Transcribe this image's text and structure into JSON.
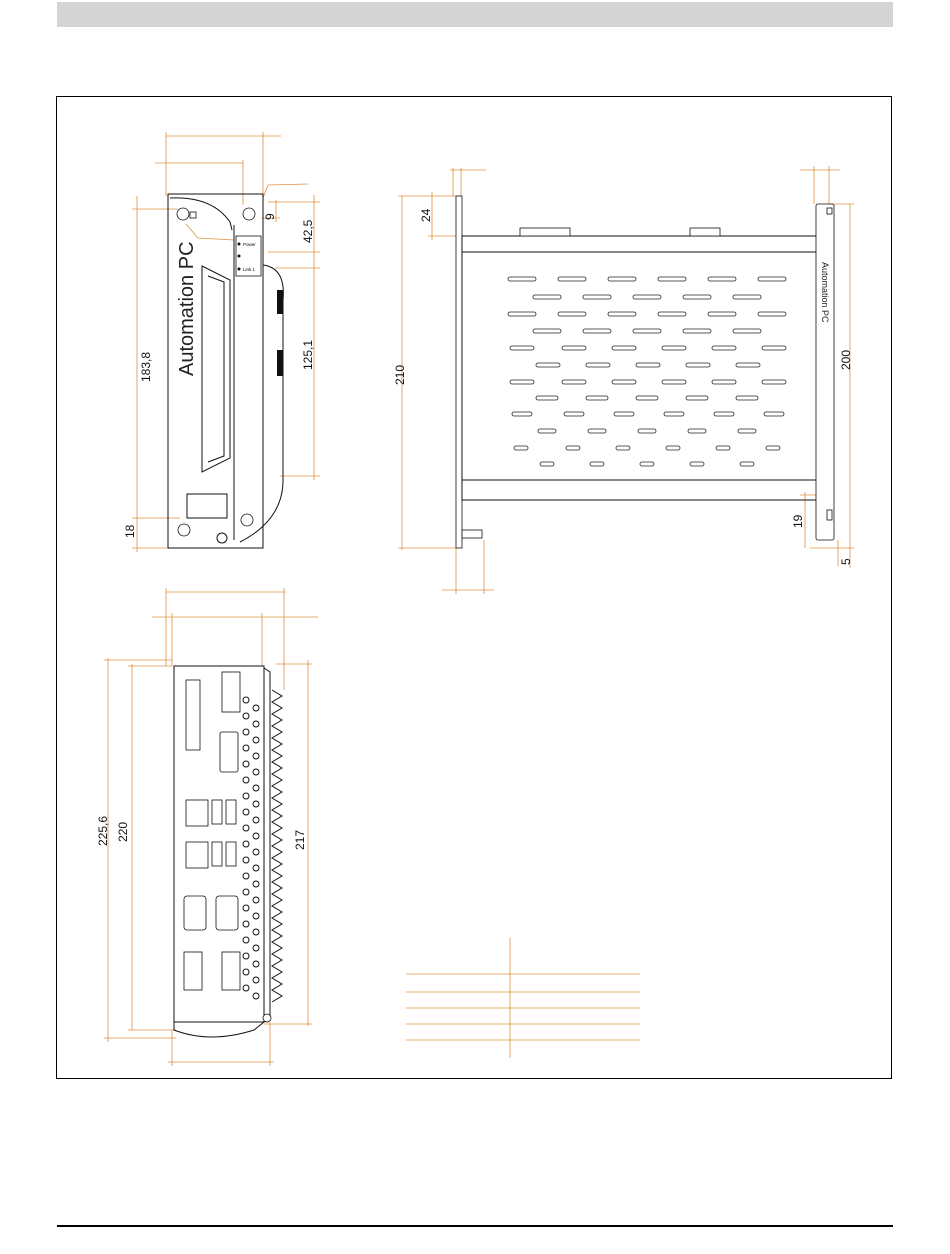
{
  "colors": {
    "dimension_line": "#e09040",
    "outline": "#111111",
    "header_bar": "#d4d4d4"
  },
  "front_view": {
    "brand_label": "Automation PC",
    "led_labels": [
      "Power",
      "",
      "Link 1"
    ],
    "dimensions": {
      "total_height": "183,8",
      "bottom_offset": "18",
      "top_offset": "9",
      "upper_segment": "42,5",
      "middle_segment": "125,1"
    }
  },
  "side_view": {
    "brand_label": "Automation PC",
    "dimensions": {
      "top_offset": "24",
      "total_height": "210",
      "right_height": "200",
      "bottom_offset": "19",
      "corner_offset": "5"
    }
  },
  "rear_view": {
    "dimensions": {
      "outer_height": "225,6",
      "inner_height": "220",
      "right_height": "217"
    }
  }
}
